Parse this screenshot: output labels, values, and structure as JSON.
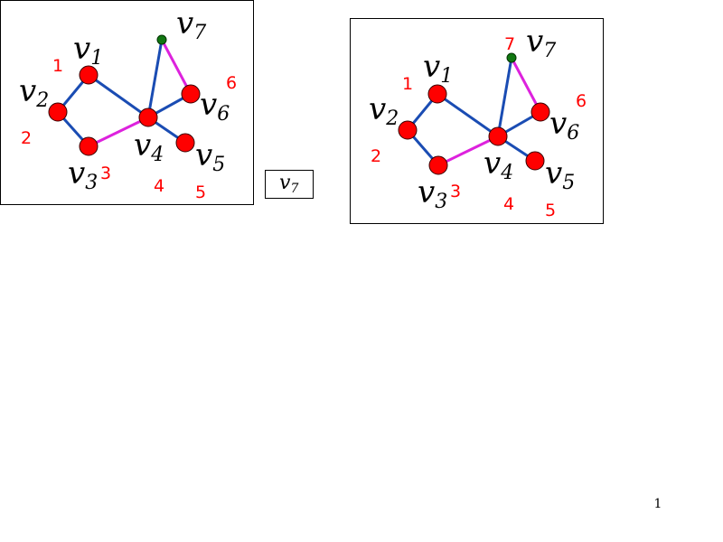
{
  "colors": {
    "vertex_fill": "#ff0000",
    "small_vertex_fill": "#117711",
    "edge_blue": "#1a4cb3",
    "edge_magenta": "#dd22dd",
    "edge_black": "#000000",
    "number_label": "#ff0000"
  },
  "vertex_names": [
    "v1",
    "v2",
    "v3",
    "v4",
    "v5",
    "v6",
    "v7"
  ],
  "left_panel": {
    "order_labels": [
      "1",
      "2",
      "3",
      "4",
      "5",
      "6"
    ]
  },
  "right_panel": {
    "order_labels": [
      "1",
      "2",
      "3",
      "4",
      "5",
      "6",
      "7"
    ]
  },
  "middle_box": {
    "label": "v7"
  },
  "page_number": "1"
}
